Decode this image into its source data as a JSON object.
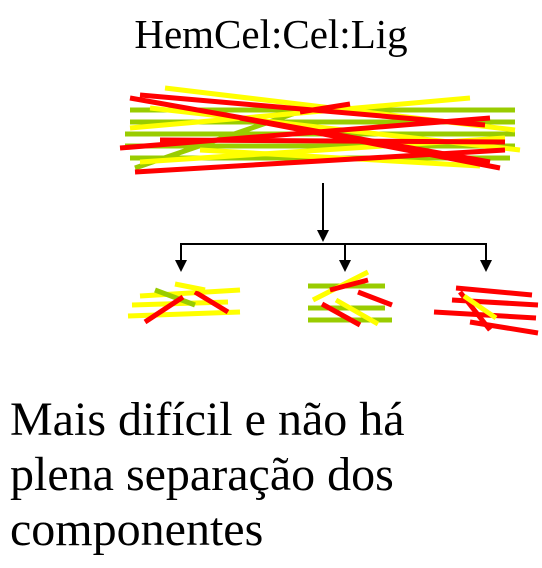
{
  "title": "HemCel:Cel:Lig",
  "caption_lines": [
    "Mais difícil e não há",
    "plena separação dos",
    "componentes"
  ],
  "colors": {
    "red": "#ff0000",
    "yellow": "#ffff00",
    "green": "#99cc00",
    "arrow": "#000000"
  },
  "icons": {
    "fiber_bundle": "lignocellulose-bundle-icon",
    "fraction": "separated-fraction-icon",
    "arrow": "down-arrow-icon"
  }
}
